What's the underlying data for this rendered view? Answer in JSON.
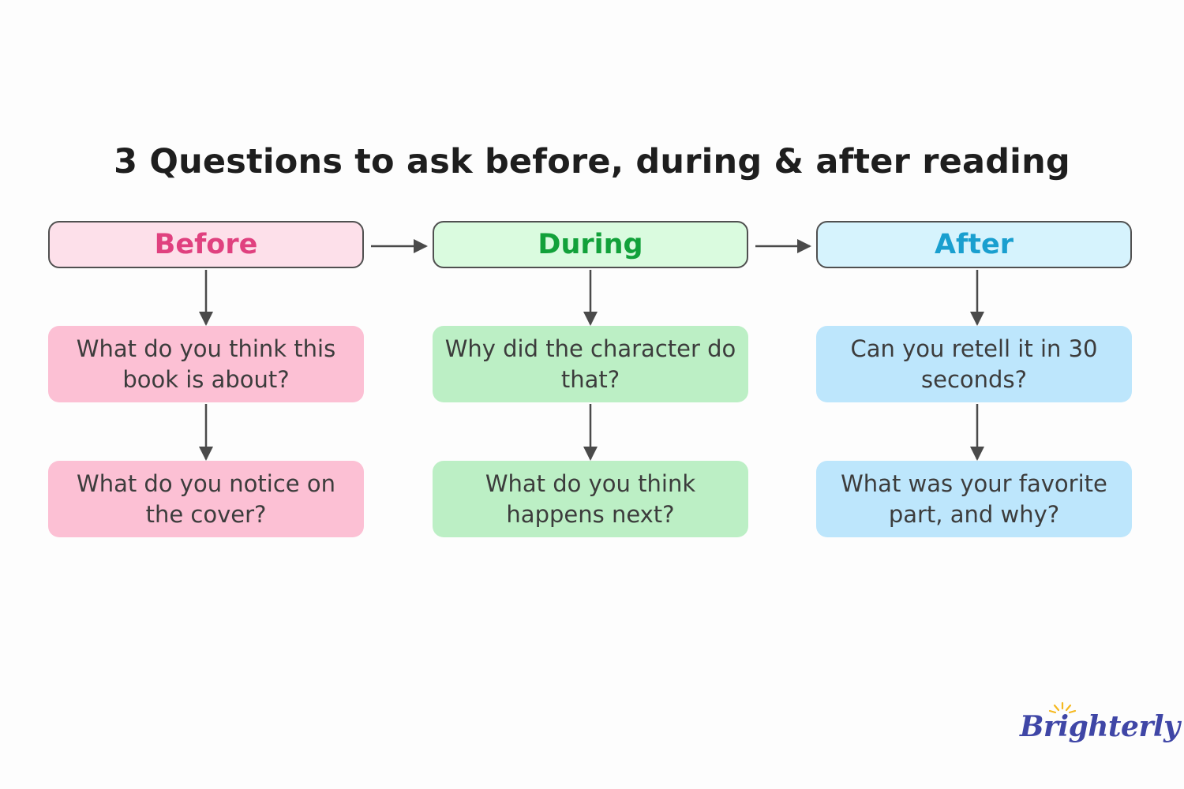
{
  "title": "3 Questions to ask before, during & after reading",
  "colors": {
    "before_header_bg": "#fde0ea",
    "before_header_text": "#e0417f",
    "before_box_bg": "#fcc0d4",
    "during_header_bg": "#dafbdf",
    "during_header_text": "#12a13a",
    "during_box_bg": "#bcefc5",
    "after_header_bg": "#d6f3fd",
    "after_header_text": "#1a9fcf",
    "after_box_bg": "#bde6fc",
    "arrow": "#4a4a4a",
    "logo": "#3f46a6",
    "logo_sun": "#f5b921"
  },
  "columns": [
    {
      "header": "Before",
      "questions": [
        "What do you think this book is about?",
        "What do you notice on the cover?"
      ]
    },
    {
      "header": "During",
      "questions": [
        "Why did the character do that?",
        "What do you think happens next?"
      ]
    },
    {
      "header": "After",
      "questions": [
        "Can you retell it in 30 seconds?",
        "What was your favorite part, and why?"
      ]
    }
  ],
  "logo": {
    "text": "Brighterly",
    "icon": "sun-rays-icon"
  }
}
